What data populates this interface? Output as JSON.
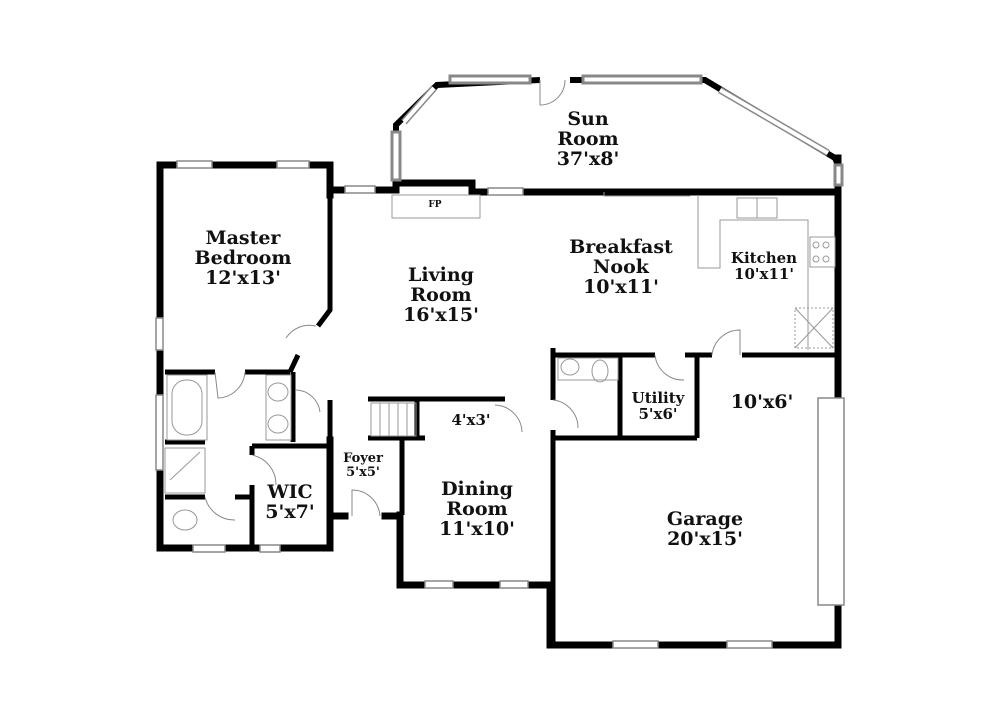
{
  "floorplan": {
    "rooms": {
      "sun_room": {
        "name_line1": "Sun",
        "name_line2": "Room",
        "size": "37'x8'"
      },
      "master_bedroom": {
        "name_line1": "Master",
        "name_line2": "Bedroom",
        "size": "12'x13'"
      },
      "living_room": {
        "name_line1": "Living",
        "name_line2": "Room",
        "size": "16'x15'"
      },
      "breakfast_nook": {
        "name_line1": "Breakfast",
        "name_line2": "Nook",
        "size": "10'x11'"
      },
      "kitchen": {
        "name": "Kitchen",
        "size": "10'x11'"
      },
      "utility": {
        "name": "Utility",
        "size": "5'x6'"
      },
      "mudroom": {
        "size": "10'x6'"
      },
      "closet": {
        "size": "4'x3'"
      },
      "foyer": {
        "name": "Foyer",
        "size": "5'x5'"
      },
      "wic": {
        "name": "WIC",
        "size": "5'x7'"
      },
      "dining_room": {
        "name_line1": "Dining",
        "name_line2": "Room",
        "size": "11'x10'"
      },
      "garage": {
        "name": "Garage",
        "size": "20'x15'"
      }
    },
    "fixtures": {
      "fireplace": "FP"
    },
    "colors": {
      "wall": "#000000",
      "fixture": "#999999",
      "background": "#ffffff"
    }
  }
}
